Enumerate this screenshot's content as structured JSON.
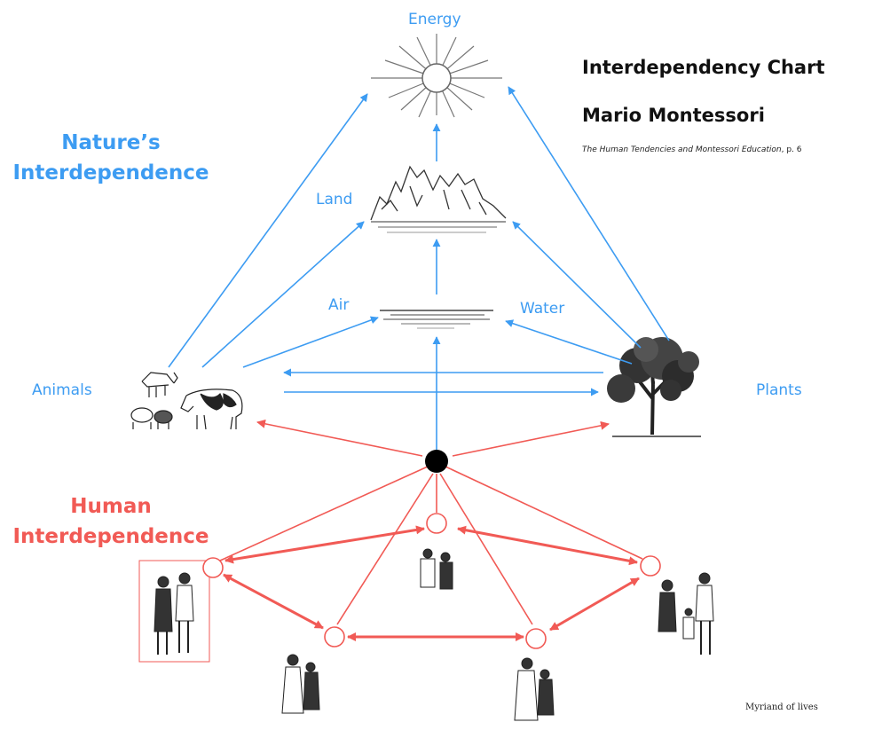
{
  "title": "Interdependency Chart",
  "author": "Mario Montessori",
  "citation": {
    "work": "The Human Tendencies and Montessori Education",
    "page": ", p. 6"
  },
  "nature_heading": [
    "Nature’s",
    "Interdependence"
  ],
  "human_heading": [
    "Human",
    "Interdependence"
  ],
  "nodes": {
    "energy": "Energy",
    "land": "Land",
    "air": "Air",
    "water": "Water",
    "animals": "Animals",
    "plants": "Plants"
  },
  "credit": "Myriand of lives",
  "colors": {
    "nature": "#3d9cf2",
    "human": "#f15a55",
    "hub": "#000000"
  },
  "icons": [
    "sun-icon",
    "mountains-icon",
    "horizon-icon",
    "animals-icon",
    "tree-icon",
    "family-icon"
  ]
}
